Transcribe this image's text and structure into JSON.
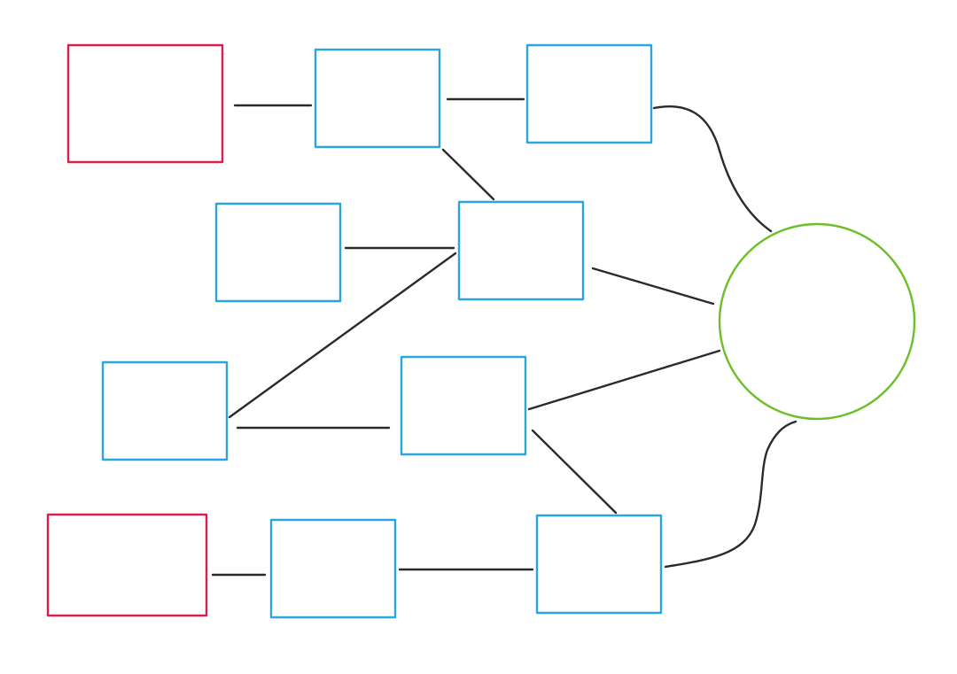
{
  "diagram": {
    "colors": {
      "background": "#ffffff",
      "start_box": "#d8204a",
      "process_box": "#2aa6de",
      "goal_circle": "#6cbf2a",
      "connector": "#2b2b2b"
    },
    "nodes": [
      {
        "id": "red-box-top",
        "kind": "start"
      },
      {
        "id": "blue-box-1",
        "kind": "process"
      },
      {
        "id": "blue-box-2",
        "kind": "process"
      },
      {
        "id": "blue-box-3",
        "kind": "process"
      },
      {
        "id": "blue-box-4",
        "kind": "process"
      },
      {
        "id": "blue-box-5",
        "kind": "process"
      },
      {
        "id": "blue-box-6",
        "kind": "process"
      },
      {
        "id": "red-box-bottom",
        "kind": "start"
      },
      {
        "id": "blue-box-7",
        "kind": "process"
      },
      {
        "id": "blue-box-8",
        "kind": "process"
      },
      {
        "id": "green-circle",
        "kind": "goal"
      }
    ],
    "edges": [
      {
        "from": "red-box-top",
        "to": "blue-box-1"
      },
      {
        "from": "blue-box-1",
        "to": "blue-box-2"
      },
      {
        "from": "blue-box-1",
        "to": "blue-box-4"
      },
      {
        "from": "blue-box-2",
        "to": "green-circle"
      },
      {
        "from": "blue-box-3",
        "to": "blue-box-4"
      },
      {
        "from": "blue-box-4",
        "to": "green-circle"
      },
      {
        "from": "blue-box-5",
        "to": "blue-box-4"
      },
      {
        "from": "blue-box-5",
        "to": "blue-box-6"
      },
      {
        "from": "blue-box-6",
        "to": "green-circle"
      },
      {
        "from": "blue-box-6",
        "to": "blue-box-8"
      },
      {
        "from": "red-box-bottom",
        "to": "blue-box-7"
      },
      {
        "from": "blue-box-7",
        "to": "blue-box-8"
      },
      {
        "from": "blue-box-8",
        "to": "green-circle"
      }
    ]
  }
}
